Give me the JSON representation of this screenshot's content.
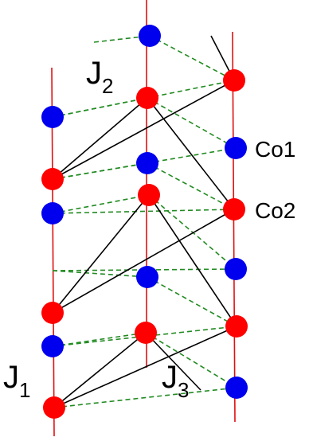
{
  "labels": {
    "j1_main": "J",
    "j1_sub": "1",
    "j2_main": "J",
    "j2_sub": "2",
    "j3_main": "J",
    "j3_sub": "3",
    "co1": "Co1",
    "co2": "Co2"
  },
  "colors": {
    "chain": "#e01010",
    "co2_site": "#ff0000",
    "co1_site": "#0000ee",
    "j2_bond": "#228b22",
    "j1_bond": "#000000"
  }
}
